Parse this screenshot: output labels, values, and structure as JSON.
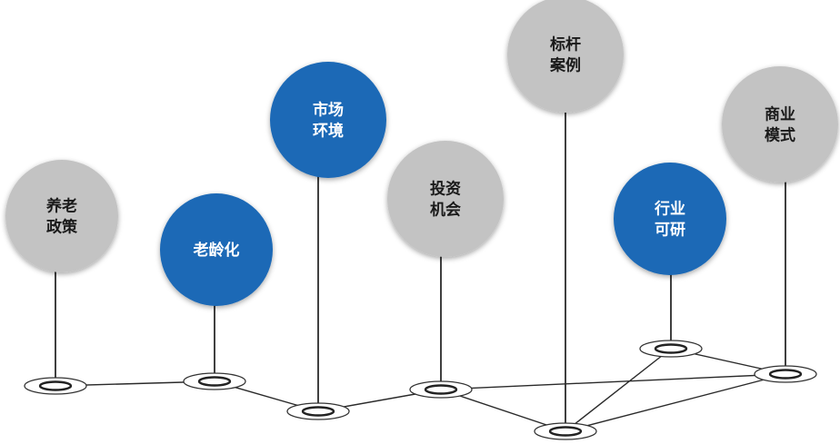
{
  "colors": {
    "blue": "#1b69b6",
    "gray": "#c3c3c3",
    "label_on_blue": "#ffffff",
    "label_on_gray": "#1a1a1a",
    "line": "#2a2a2a"
  },
  "nodes": [
    {
      "id": "pension-policy",
      "lines": [
        "养老",
        "政策"
      ],
      "color": "gray"
    },
    {
      "id": "aging",
      "lines": [
        "老龄化"
      ],
      "color": "blue"
    },
    {
      "id": "market-environment",
      "lines": [
        "市场",
        "环境"
      ],
      "color": "blue"
    },
    {
      "id": "investment-opportunity",
      "lines": [
        "投资",
        "机会"
      ],
      "color": "gray"
    },
    {
      "id": "benchmark-cases",
      "lines": [
        "标杆",
        "案例"
      ],
      "color": "gray"
    },
    {
      "id": "industry-feasibility",
      "lines": [
        "行业",
        "可研"
      ],
      "color": "blue"
    },
    {
      "id": "business-model",
      "lines": [
        "商业",
        "模式"
      ],
      "color": "gray"
    }
  ],
  "connections": [
    [
      "pension-policy",
      "aging"
    ],
    [
      "aging",
      "market-environment"
    ],
    [
      "market-environment",
      "investment-opportunity"
    ],
    [
      "investment-opportunity",
      "benchmark-cases"
    ],
    [
      "investment-opportunity",
      "business-model"
    ],
    [
      "benchmark-cases",
      "industry-feasibility"
    ],
    [
      "benchmark-cases",
      "business-model"
    ],
    [
      "industry-feasibility",
      "business-model"
    ]
  ]
}
